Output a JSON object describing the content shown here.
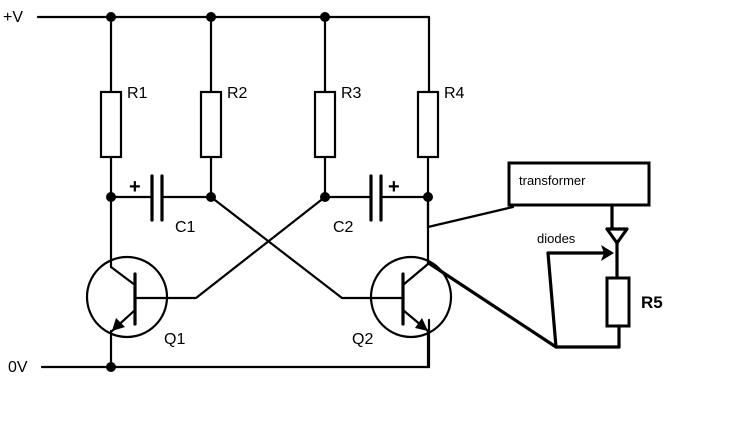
{
  "labels": {
    "supply": "+V",
    "ground": "0V",
    "r1": "R1",
    "r2": "R2",
    "r3": "R3",
    "r4": "R4",
    "r5": "R5",
    "c1": "C1",
    "c2": "C2",
    "q1": "Q1",
    "q2": "Q2",
    "c1_polarity": "+",
    "c2_polarity": "+",
    "transformer": "transformer",
    "diodes": "diodes"
  },
  "colors": {
    "wire": "#000000",
    "background": "#ffffff"
  }
}
